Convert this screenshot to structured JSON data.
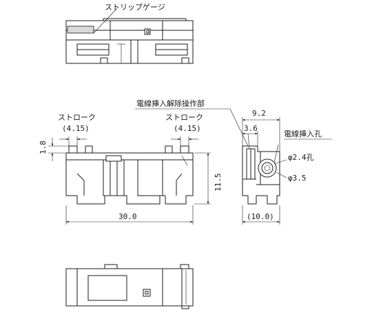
{
  "labels": {
    "strip_gauge": "ストリップゲージ",
    "stroke_left": "ストローク",
    "stroke_left_value": "(4.15)",
    "stroke_right": "ストローク",
    "stroke_right_value": "(4.15)",
    "release_part": "電線挿入解除操作部",
    "wire_hole": "電線挿入孔"
  },
  "dimensions": {
    "height_top": "1.8",
    "height_total": "11.5",
    "width_total": "30.0",
    "side_width_top": "9.2",
    "side_width_inner": "3.6",
    "hole_diameter": "φ2.4孔",
    "outer_diameter": "φ3.5",
    "side_width_bottom": "(10.0)"
  }
}
